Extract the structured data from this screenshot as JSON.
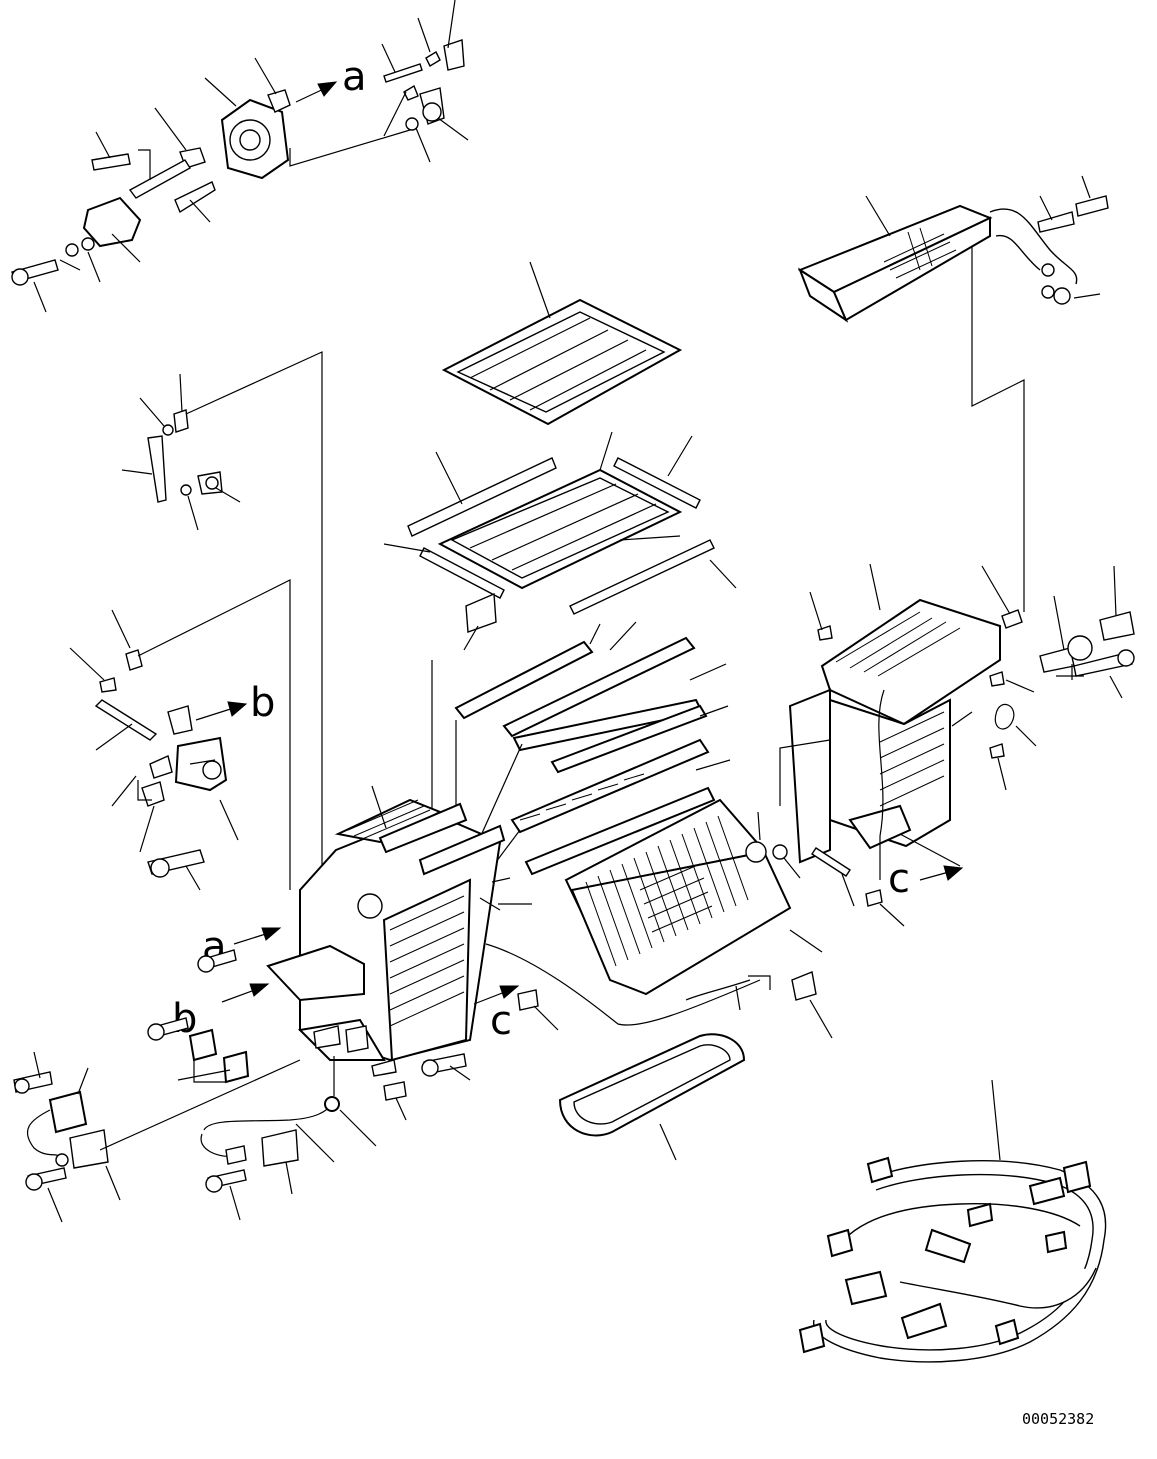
{
  "diagram": {
    "callouts": [
      "a",
      "b",
      "c"
    ],
    "drawing_number": "00052382"
  }
}
